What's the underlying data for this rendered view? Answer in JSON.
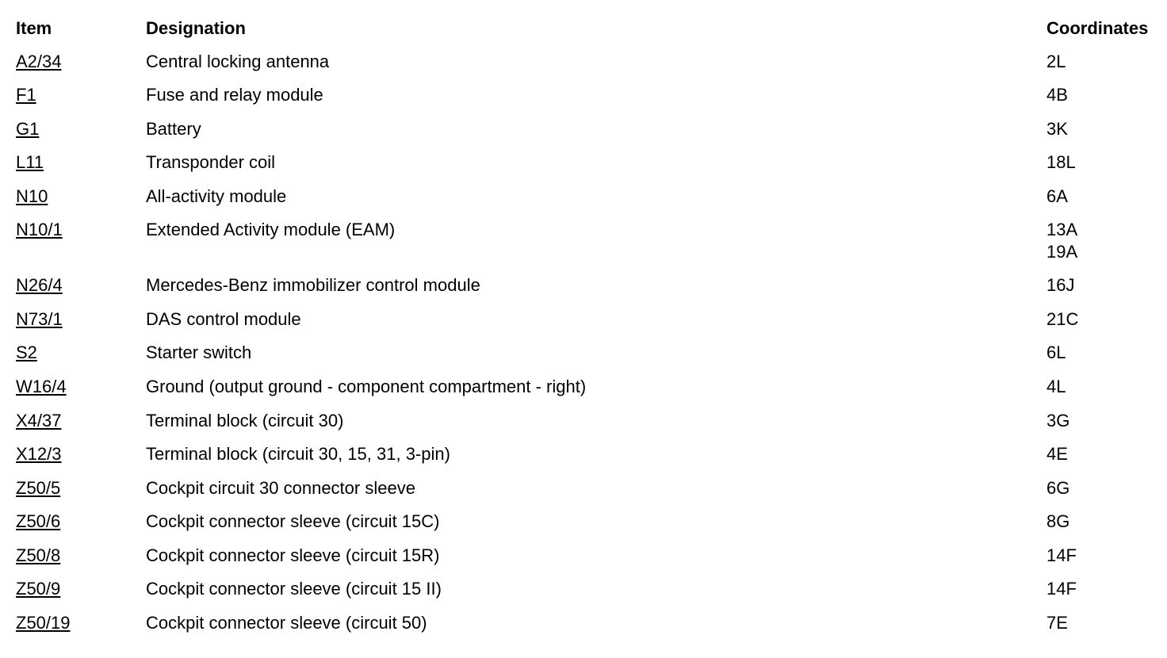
{
  "header": {
    "item": "Item",
    "designation": "Designation",
    "coordinates": "Coordinates"
  },
  "rows": [
    {
      "item": "A2/34",
      "designation": "Central locking antenna",
      "coordinates": [
        "2L"
      ]
    },
    {
      "item": "F1",
      "designation": "Fuse and relay module",
      "coordinates": [
        "4B"
      ]
    },
    {
      "item": "G1",
      "designation": "Battery",
      "coordinates": [
        "3K"
      ]
    },
    {
      "item": "L11",
      "designation": "Transponder coil",
      "coordinates": [
        "18L"
      ]
    },
    {
      "item": "N10",
      "designation": "All-activity module",
      "coordinates": [
        "6A"
      ]
    },
    {
      "item": "N10/1",
      "designation": "Extended Activity module (EAM)",
      "coordinates": [
        "13A",
        "19A"
      ]
    },
    {
      "item": "N26/4",
      "designation": "Mercedes-Benz immobilizer control module",
      "coordinates": [
        "16J"
      ]
    },
    {
      "item": "N73/1",
      "designation": "DAS control module",
      "coordinates": [
        "21C"
      ]
    },
    {
      "item": "S2",
      "designation": "Starter switch",
      "coordinates": [
        "6L"
      ]
    },
    {
      "item": "W16/4",
      "designation": "Ground (output ground - component compartment - right)",
      "coordinates": [
        "4L"
      ]
    },
    {
      "item": "X4/37",
      "designation": "Terminal block (circuit 30)",
      "coordinates": [
        "3G"
      ]
    },
    {
      "item": "X12/3",
      "designation": "Terminal block (circuit 30, 15, 31, 3-pin)",
      "coordinates": [
        "4E"
      ]
    },
    {
      "item": "Z50/5",
      "designation": "Cockpit circuit 30 connector sleeve",
      "coordinates": [
        "6G"
      ]
    },
    {
      "item": "Z50/6",
      "designation": "Cockpit connector sleeve (circuit 15C)",
      "coordinates": [
        "8G"
      ]
    },
    {
      "item": "Z50/8",
      "designation": "Cockpit connector sleeve (circuit 15R)",
      "coordinates": [
        "14F"
      ]
    },
    {
      "item": "Z50/9",
      "designation": "Cockpit connector sleeve (circuit 15 II)",
      "coordinates": [
        "14F"
      ]
    },
    {
      "item": "Z50/19",
      "designation": "Cockpit connector sleeve (circuit 50)",
      "coordinates": [
        "7E"
      ]
    }
  ]
}
